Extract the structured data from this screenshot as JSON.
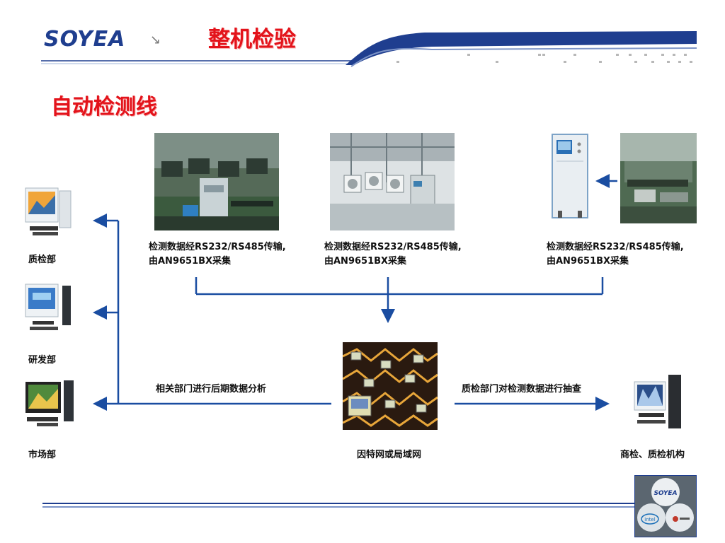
{
  "header": {
    "logo_text": "SOYEA",
    "logo_mark": "↘",
    "title": "整机检验"
  },
  "section_title": "自动检测线",
  "stations": [
    {
      "caption_line1": "检测数据经RS232/RS485传输,",
      "caption_line2": "由AN9651BX采集"
    },
    {
      "caption_line1": "检测数据经RS232/RS485传输,",
      "caption_line2": "由AN9651BX采集"
    },
    {
      "caption_line1": "检测数据经RS232/RS485传输,",
      "caption_line2": "由AN9651BX采集"
    }
  ],
  "departments": [
    {
      "label": "质检部",
      "icon": "desktop-computer-icon"
    },
    {
      "label": "研发部",
      "icon": "desktop-computer-icon"
    },
    {
      "label": "市场部",
      "icon": "desktop-computer-icon"
    }
  ],
  "network_label": "因特网或局域网",
  "left_flow_label": "相关部门进行后期数据分析",
  "right_flow_label": "质检部门对检测数据进行抽查",
  "external_label": "商检、质检机构",
  "colors": {
    "brand_blue": "#1f3e8f",
    "title_red": "#e3131b",
    "arrow_blue": "#1a4da1"
  }
}
